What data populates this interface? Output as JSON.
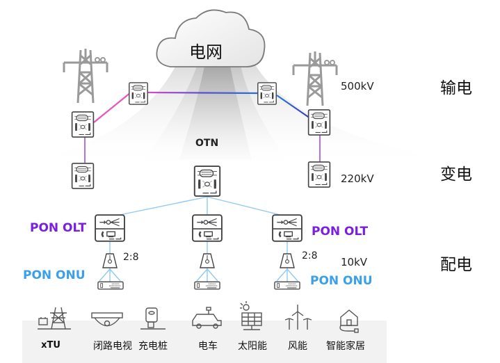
{
  "title": "电网",
  "core_label": "OTN",
  "stages": [
    {
      "name": "输电",
      "voltage": "500kV"
    },
    {
      "name": "变电",
      "voltage": "220kV"
    },
    {
      "name": "配电",
      "voltage": "10kV"
    }
  ],
  "access": {
    "olt_label_left": "PON OLT",
    "olt_label_right": "PON OLT",
    "onu_label_left": "PON ONU",
    "onu_label_right": "PON ONU",
    "split_ratio_left": "2:8",
    "split_ratio_right": "2:8"
  },
  "colors": {
    "olt_text": "#7a1fe0",
    "onu_text": "#3aa0ea",
    "link_pink": "#e855b8",
    "link_purple": "#9b4fe0",
    "link_blue": "#2a5fd0",
    "link_lightblue": "#8fcaf2",
    "device_stroke": "#444444"
  },
  "endpoints": [
    {
      "label": "xTU",
      "icon": "tower-with-terminal-icon"
    },
    {
      "label": "闭路电视",
      "icon": "cctv-camera-icon"
    },
    {
      "label": "充电桩",
      "icon": "charging-pile-icon"
    },
    {
      "label": "电车",
      "icon": "electric-car-icon"
    },
    {
      "label": "太阳能",
      "icon": "solar-panel-icon"
    },
    {
      "label": "风能",
      "icon": "wind-turbine-icon"
    },
    {
      "label": "智能家居",
      "icon": "smart-home-icon"
    }
  ]
}
